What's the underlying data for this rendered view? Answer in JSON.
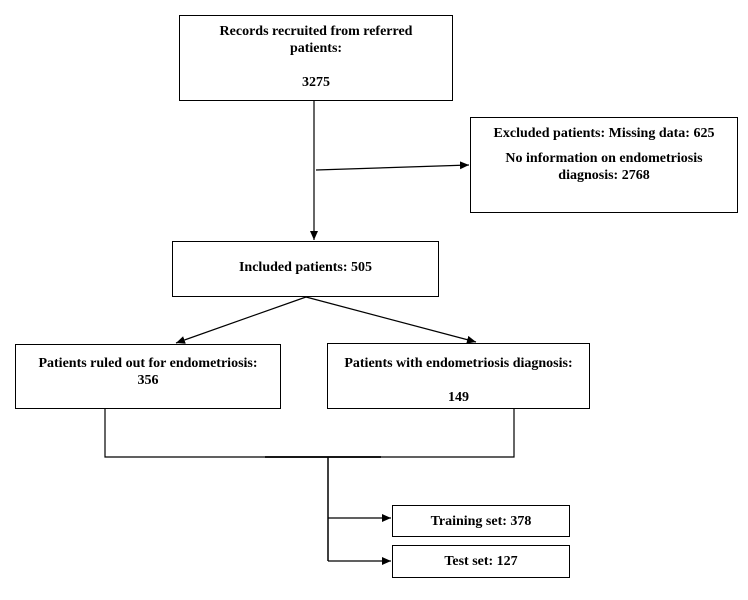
{
  "colors": {
    "line": "#000000",
    "box_border": "#000000",
    "background": "#ffffff"
  },
  "nodes": {
    "records": {
      "line1": "Records recruited from referred",
      "line2": "patients:",
      "count": "3275"
    },
    "excluded": {
      "line1": "Excluded patients: Missing data: 625",
      "line2": "No information on endometriosis",
      "line3": "diagnosis: 2768"
    },
    "included": {
      "label": "Included patients: 505"
    },
    "ruled_out": {
      "label": "Patients ruled out for endometriosis:",
      "count": "356"
    },
    "endometriosis": {
      "label": "Patients with endometriosis diagnosis:",
      "count": "149"
    },
    "training": {
      "label": "Training set: 378"
    },
    "test": {
      "label": "Test set: 127"
    }
  }
}
